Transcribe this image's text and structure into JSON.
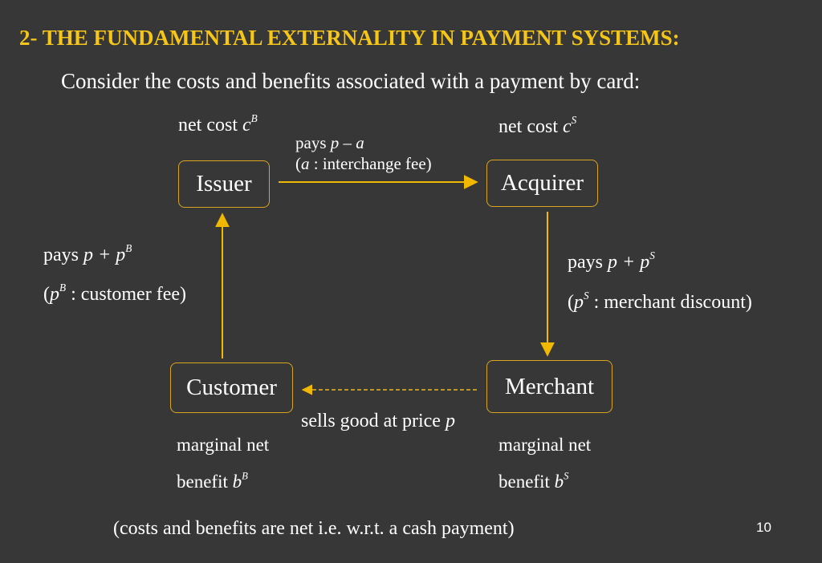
{
  "slide": {
    "title": "2-  THE FUNDAMENTAL EXTERNALITY IN PAYMENT SYSTEMS:",
    "subtitle": "Consider the costs and benefits associated with a payment by card:",
    "footer_note": "(costs and benefits are net i.e. w.r.t. a cash payment)",
    "page_number": "10",
    "colors": {
      "background": "#373737",
      "title": "#f5c518",
      "box_border": "#d9a520",
      "arrow": "#f0b800"
    }
  },
  "nodes": {
    "issuer": {
      "label": "Issuer"
    },
    "acquirer": {
      "label": "Acquirer"
    },
    "customer": {
      "label": "Customer"
    },
    "merchant": {
      "label": "Merchant"
    }
  },
  "annotations": {
    "issuer_cost": {
      "text": "net cost ",
      "var": "c",
      "sup": "B"
    },
    "acquirer_cost": {
      "text": "net cost ",
      "var": "c",
      "sup": "S"
    },
    "issuer_to_acquirer": {
      "pays": "pays ",
      "expr": "p – a",
      "fee_var": "a",
      "fee_text": " : interchange fee)",
      "open": "("
    },
    "customer_to_issuer": {
      "pays": "pays ",
      "expr": "p + p",
      "sup": "B",
      "fee_var": "p",
      "fee_sup": "B",
      "fee_text": "  : customer fee)",
      "open": "("
    },
    "acquirer_to_merchant": {
      "pays": "pays ",
      "expr": "p + p",
      "sup": "S",
      "fee_var": "p",
      "fee_sup": "S",
      "fee_text": "  : merchant discount)",
      "open": "("
    },
    "merchant_to_customer": {
      "text": "sells good at price ",
      "var": "p"
    },
    "customer_benefit": {
      "line1": "marginal net",
      "line2": "benefit ",
      "var": "b",
      "sup": "B"
    },
    "merchant_benefit": {
      "line1": "marginal net",
      "line2": "benefit ",
      "var": "b",
      "sup": "S"
    }
  }
}
